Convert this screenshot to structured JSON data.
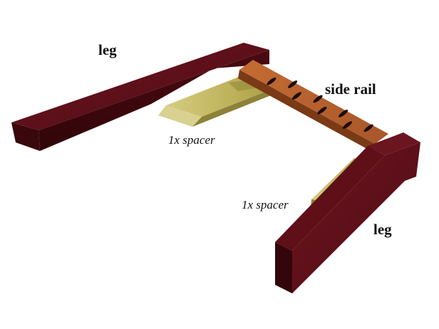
{
  "diagram": {
    "parts": [
      {
        "id": "leg-left",
        "label": "leg",
        "color": "#5a0d16"
      },
      {
        "id": "leg-right",
        "label": "leg",
        "color": "#5a0d16"
      },
      {
        "id": "side-rail",
        "label": "side rail",
        "color": "#b5602a",
        "slot_count": 8
      },
      {
        "id": "spacer-left",
        "label": "1x spacer",
        "color": "#c8c070"
      },
      {
        "id": "spacer-right",
        "label": "1x spacer",
        "color": "#c8c070"
      }
    ]
  }
}
